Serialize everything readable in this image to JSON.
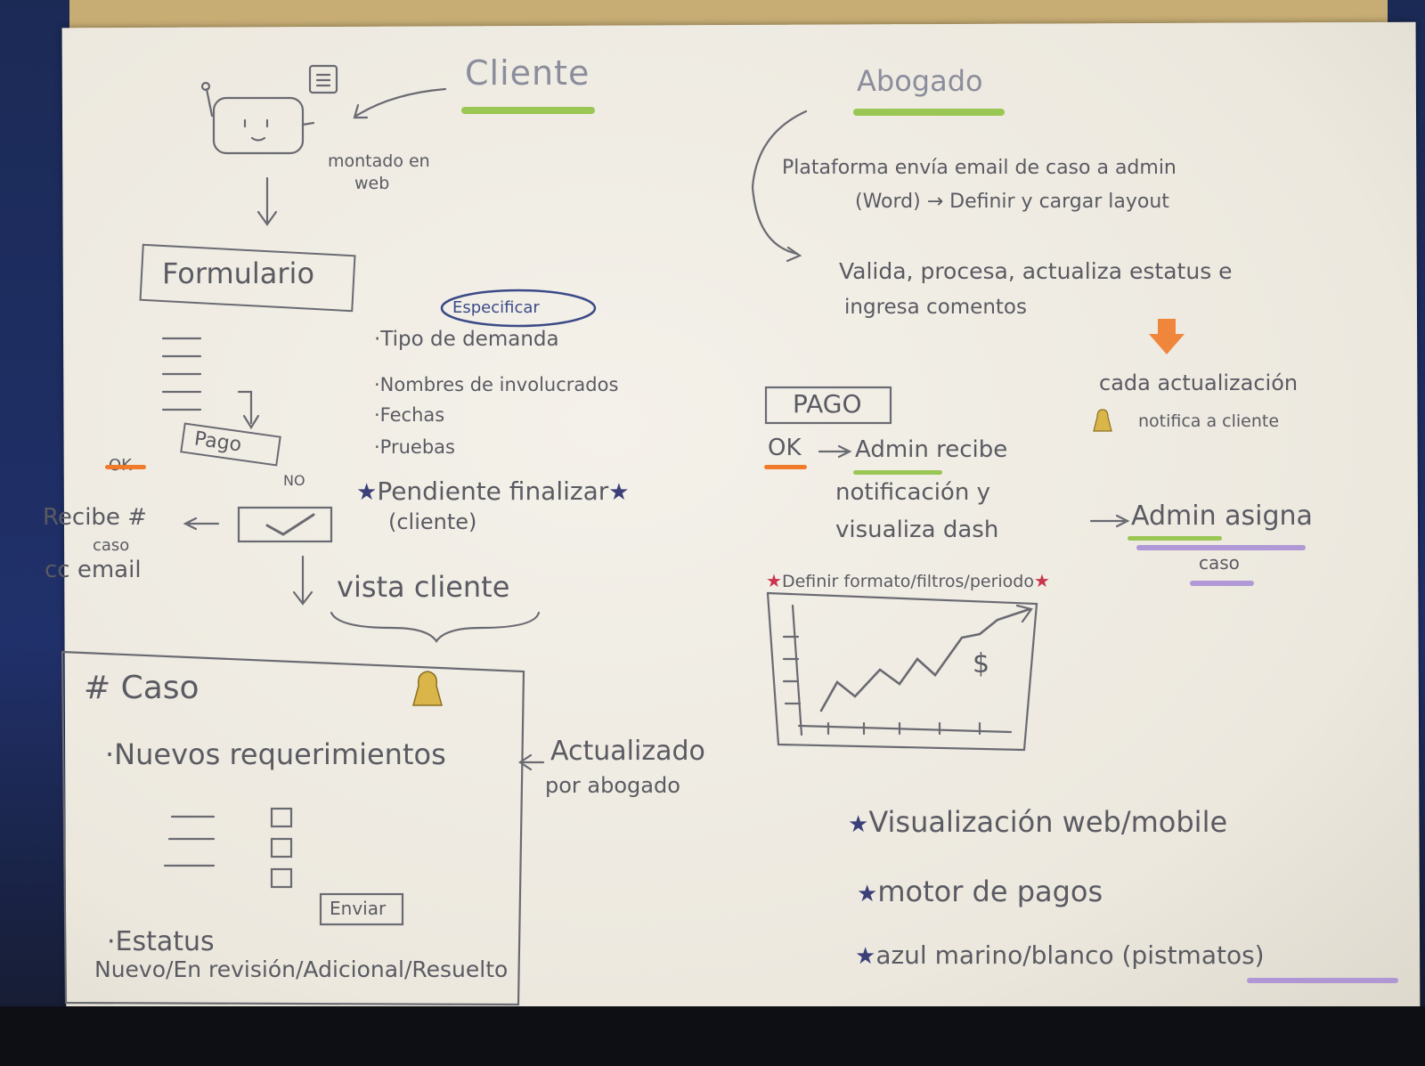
{
  "left": {
    "title": "Cliente",
    "robot_caption_1": "montado en",
    "robot_caption_2": "web",
    "form_label": "Formulario",
    "bubble": "Especificar",
    "fields": [
      "·Tipo de demanda",
      "·Nombres de involucrados",
      "·Fechas",
      "·Pruebas"
    ],
    "pending_1": "Pendiente finalizar",
    "pending_2": "(cliente)",
    "pay_label": "Pago",
    "ok_label": "OK",
    "no_label": "NO",
    "receive_1": "Recibe #",
    "receive_2": "caso",
    "receive_3": "cc email",
    "client_view": "vista cliente",
    "case_title": "# Caso",
    "new_reqs": "·Nuevos requerimientos",
    "send_btn": "Enviar",
    "updated_1": "Actualizado",
    "updated_2": "por abogado",
    "status": "·Estatus",
    "status_values": "Nuevo/En revisión/Adicional/Resuelto"
  },
  "right": {
    "title": "Abogado",
    "platform_1": "Plataforma envía email de caso a admin",
    "platform_2": "(Word) → Definir y cargar layout",
    "validate_1": "Valida, procesa, actualiza estatus e",
    "validate_2": "ingresa comentos",
    "update_1": "cada actualización",
    "update_2": "notifica a cliente",
    "pago": "PAGO",
    "ok": "OK",
    "admin_1": "Admin recibe",
    "admin_2": "notificación y",
    "admin_3": "visualiza dash",
    "assign_1": "Admin asigna",
    "assign_2": "caso",
    "define": "Definir formato/filtros/periodo",
    "dollar": "$",
    "notes": [
      "Visualización web/mobile",
      "motor de pagos",
      "azul marino/blanco (pistmatos)"
    ]
  },
  "colors": {
    "green": "#8bbf3a",
    "orange": "#f07b2a",
    "purple": "#a48bd4",
    "star": "#3b3f78",
    "bell": "#d9b54a"
  }
}
